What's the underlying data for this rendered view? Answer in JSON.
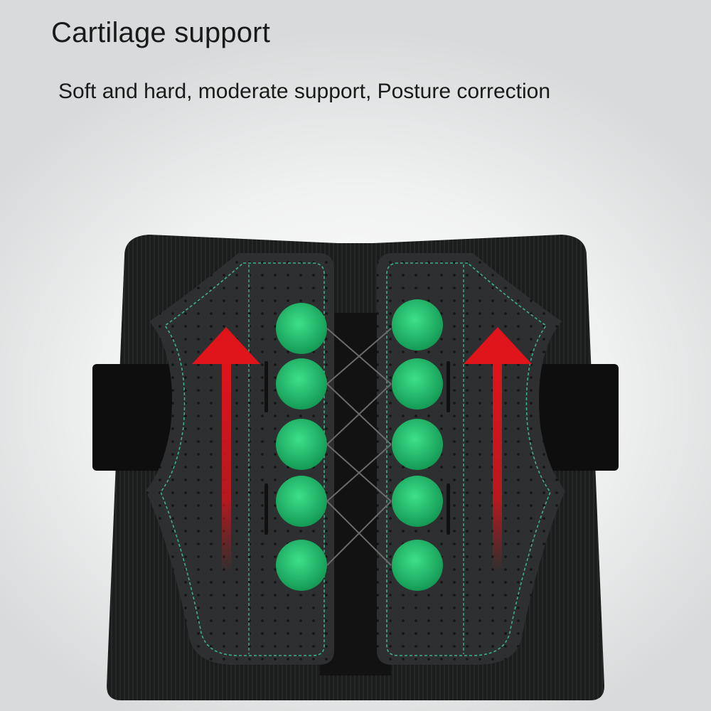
{
  "headline": "Cartilage support",
  "subline": "Soft and hard, moderate support, Posture correction",
  "product": {
    "name": "lumbar-support-belt",
    "stays_per_side": 5,
    "colors": {
      "background": "#eeeff0",
      "belt": "#1b1c1c",
      "panel": "#2c2d2e",
      "stitch": "#3fae8a",
      "stay": "#22c26e",
      "arrow": "#d8141b"
    }
  }
}
